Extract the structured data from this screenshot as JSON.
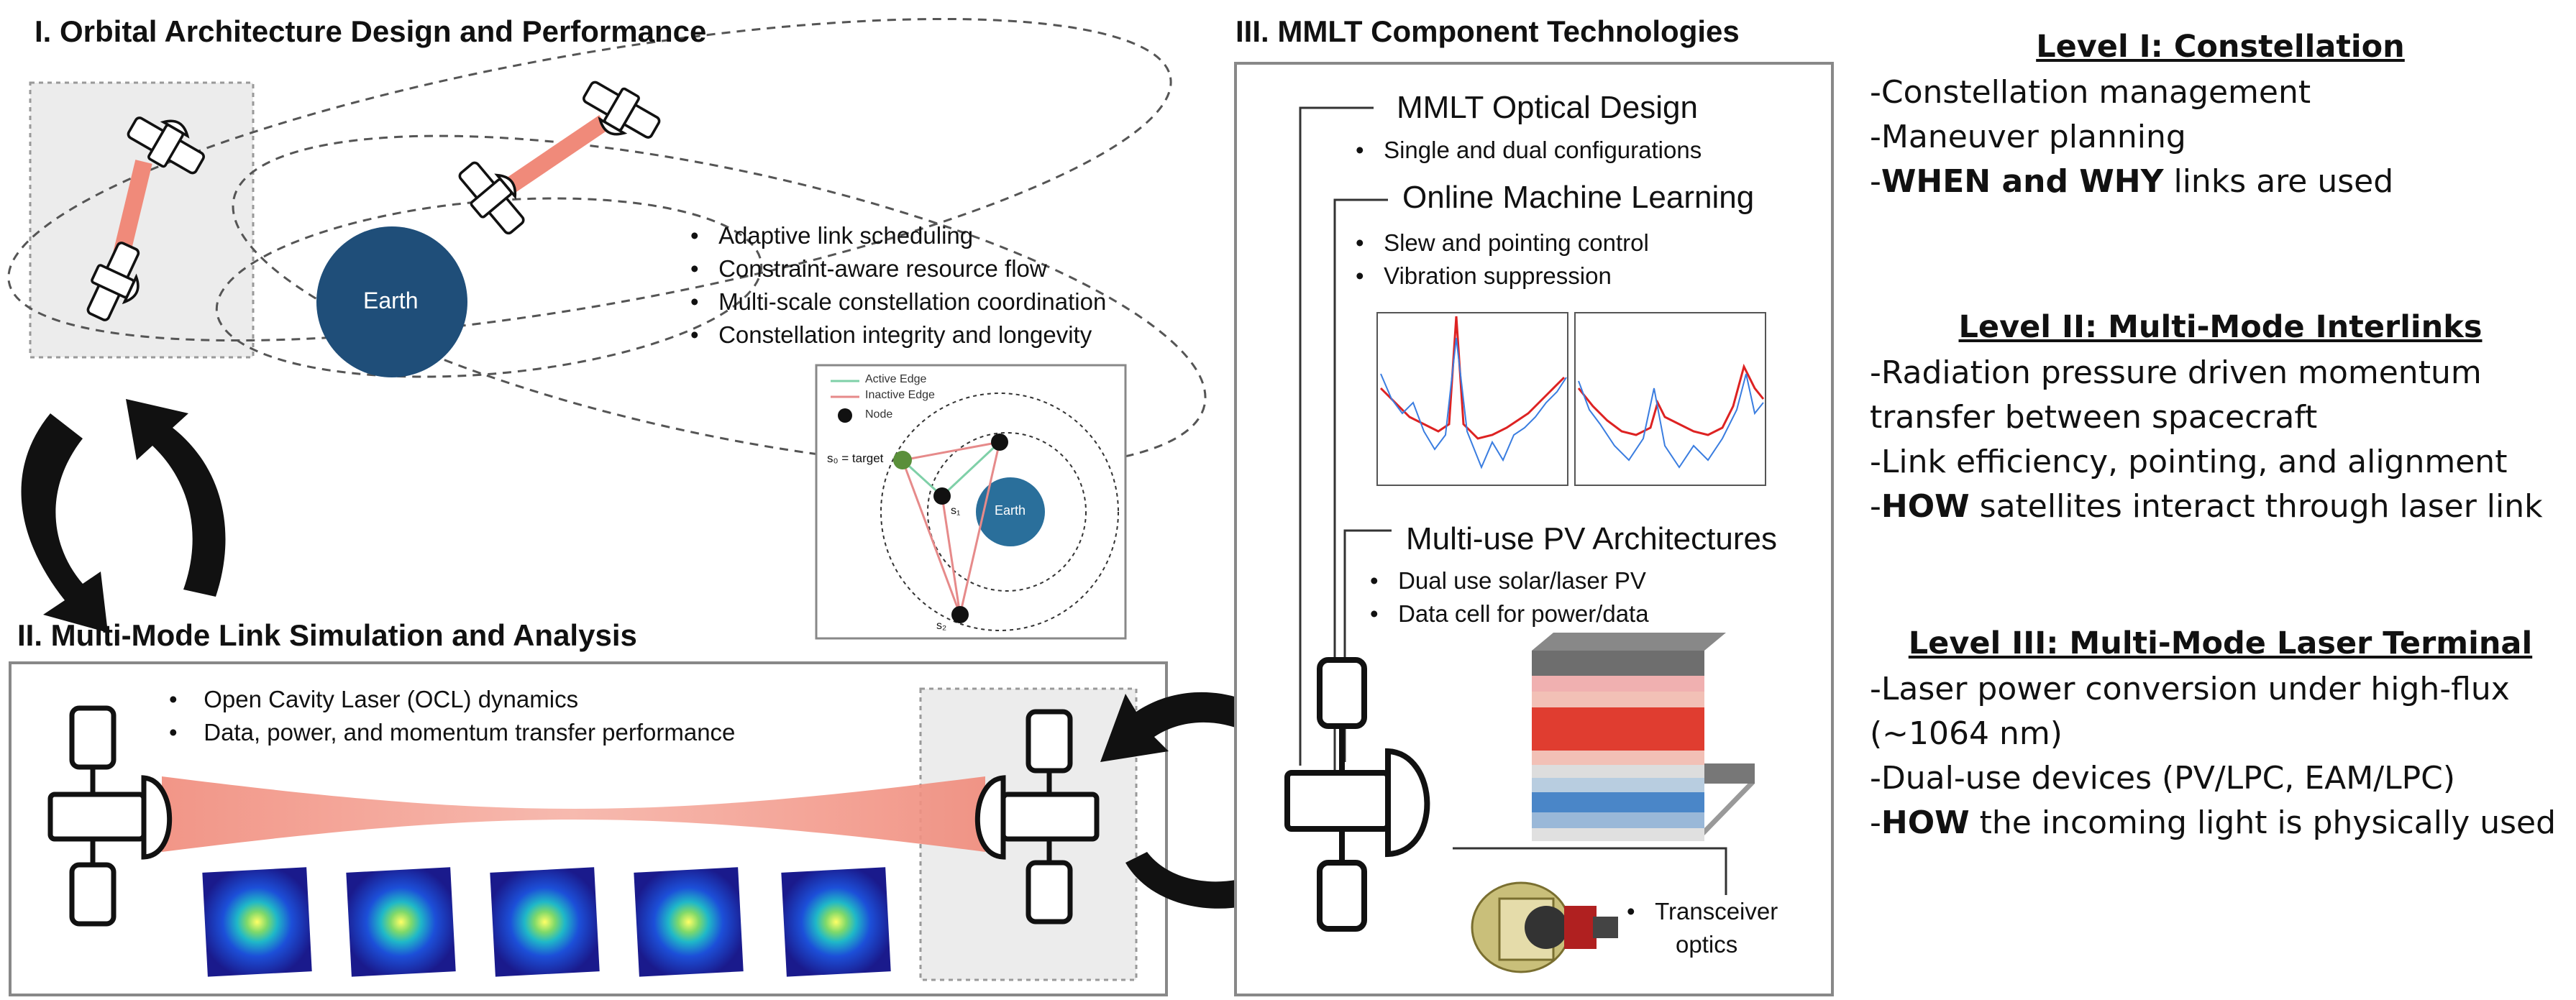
{
  "section1": {
    "title": "I. Orbital Architecture Design and Performance",
    "earth_label": "Earth",
    "bullets": [
      "Adaptive link scheduling",
      "Constraint-aware resource flow",
      "Multi-scale constellation coordination",
      "Constellation integrity and longevity"
    ],
    "inset": {
      "legend": [
        "Active Edge",
        "Inactive Edge",
        "Node"
      ],
      "target_label": "s₀ = target",
      "earth_label": "Earth",
      "node_labels": [
        "s₁",
        "s₂"
      ]
    }
  },
  "section2": {
    "title": "II. Multi-Mode Link Simulation and Analysis",
    "bullets": [
      "Open Cavity Laser (OCL) dynamics",
      "Data, power, and momentum transfer performance"
    ],
    "beam_profile_count": 5
  },
  "section3": {
    "title": "III. MMLT Component Technologies",
    "optical_design": {
      "heading": "MMLT Optical Design",
      "bullets": [
        "Single and dual configurations"
      ]
    },
    "oml": {
      "heading": "Online Machine Learning",
      "bullets": [
        "Slew and pointing control",
        "Vibration suppression"
      ]
    },
    "pv": {
      "heading": "Multi-use PV Architectures",
      "bullets": [
        "Dual use solar/laser PV",
        "Data cell for power/data"
      ]
    },
    "transceiver_label_lines": [
      "Transceiver",
      "optics"
    ]
  },
  "levels": [
    {
      "title": "Level I: Constellation",
      "lines": [
        {
          "bold": "",
          "text": "-Constellation management"
        },
        {
          "bold": "",
          "text": "-Maneuver planning"
        },
        {
          "prefix": "-",
          "bold": "WHEN and WHY",
          "text": " links are used"
        }
      ]
    },
    {
      "title": "Level II: Multi-Mode Interlinks",
      "lines": [
        {
          "bold": "",
          "text": "-Radiation pressure driven momentum"
        },
        {
          "bold": "",
          "text": "transfer between spacecraft"
        },
        {
          "bold": "",
          "text": "-Link efficiency, pointing, and alignment"
        },
        {
          "prefix": "-",
          "bold": "HOW",
          "text": " satellites interact through laser link"
        }
      ]
    },
    {
      "title": "Level III:  Multi-Mode Laser Terminal",
      "lines": [
        {
          "bold": "",
          "text": "-Laser power conversion under high-flux"
        },
        {
          "bold": "",
          "text": "(~1064 nm)"
        },
        {
          "bold": "",
          "text": "-Dual-use devices (PV/LPC, EAM/LPC)"
        },
        {
          "prefix": "-",
          "bold": "HOW",
          "text": " the incoming light is physically used"
        }
      ]
    }
  ],
  "colors": {
    "earth": "#1f4e79",
    "beam": "#f0a090",
    "panel_gray": "#ececec",
    "dish_blue": "#1a2a6c"
  }
}
